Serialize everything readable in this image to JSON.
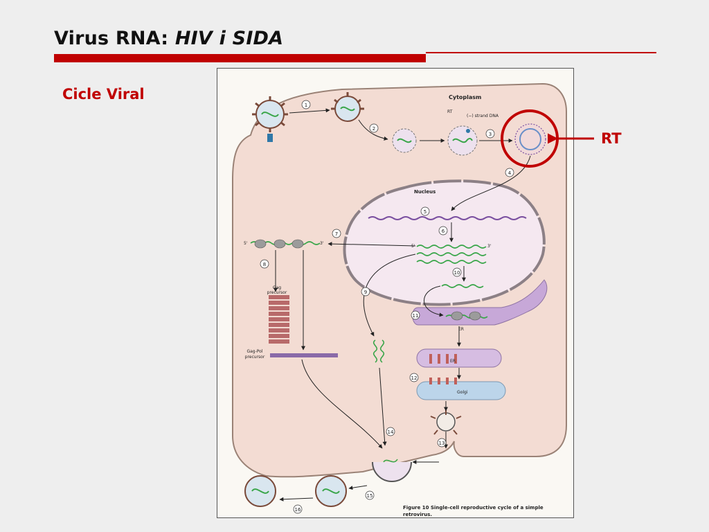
{
  "slide": {
    "title_main": "Virus RNA: ",
    "title_italic": "HIV i SIDA",
    "subtitle": "Cicle Viral",
    "callout_label": "RT"
  },
  "colors": {
    "accent": "#c00000",
    "background": "#eeeeee",
    "cytoplasm": "#f3dcd3",
    "nucleus": "#f5e8f0",
    "rna": "#3aa64a",
    "dna": "#7a4fa0",
    "er": "#c7a8d8",
    "golgi": "#bcd5ea",
    "gag": "#b86a6a"
  },
  "diagram": {
    "labels": {
      "cytoplasm": "Cytoplasm",
      "nucleus": "Nucleus",
      "rt": "RT",
      "minus_strand": "(−) strand DNA",
      "gag_precursor_1": "Gag",
      "gag_precursor_2": "precursor",
      "gagpol_precursor_1": "Gag-Pol",
      "gagpol_precursor_2": "precursor",
      "er_1": "ER",
      "er_2": "ER",
      "golgi": "Golgi",
      "five_prime": "5'",
      "three_prime": "3'",
      "caption_line1": "Figure 10  Single-cell reproductive cycle of a simple",
      "caption_line2": "retrovirus."
    },
    "steps": [
      "1",
      "2",
      "3",
      "4",
      "5",
      "6",
      "7",
      "8",
      "9",
      "10",
      "11",
      "12",
      "13",
      "14",
      "15",
      "16"
    ]
  }
}
